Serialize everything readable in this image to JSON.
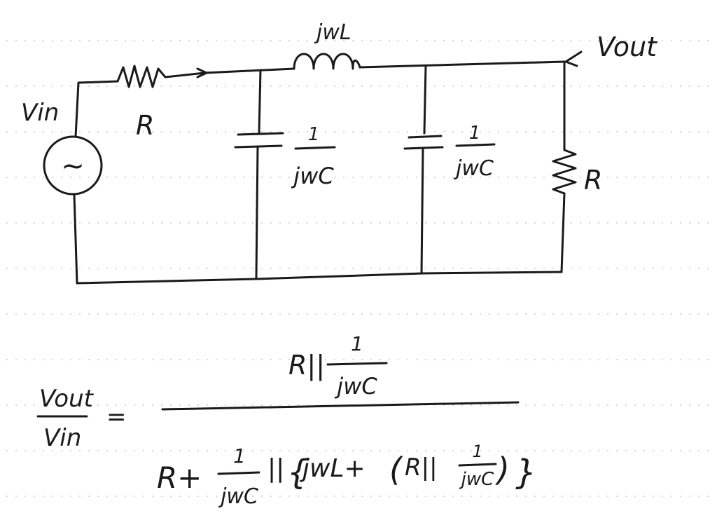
{
  "circuit": {
    "source_label": "Vin",
    "source_symbol": "~",
    "series_resistor_label": "R",
    "inductor_label": "jwL",
    "cap1_label_num": "1",
    "cap1_label_den": "jwC",
    "cap2_label_num": "1",
    "cap2_label_den": "jwC",
    "load_resistor_label": "R",
    "output_label": "Vout"
  },
  "equation": {
    "lhs_num": "Vout",
    "lhs_den": "Vin",
    "equals": "=",
    "rhs_num_prefix": "R||",
    "rhs_num_frac_num": "1",
    "rhs_num_frac_den": "jwC",
    "den_prefix": "R+",
    "den_frac_num": "1",
    "den_frac_den": "jwC",
    "den_parallel": "||",
    "den_brace_open": "{",
    "den_inductor": "jwL+",
    "den_paren_open": "(",
    "den_inner_prefix": "R||",
    "den_inner_frac_num": "1",
    "den_inner_frac_den": "jwC",
    "den_paren_close": ")",
    "den_brace_close": "}"
  }
}
